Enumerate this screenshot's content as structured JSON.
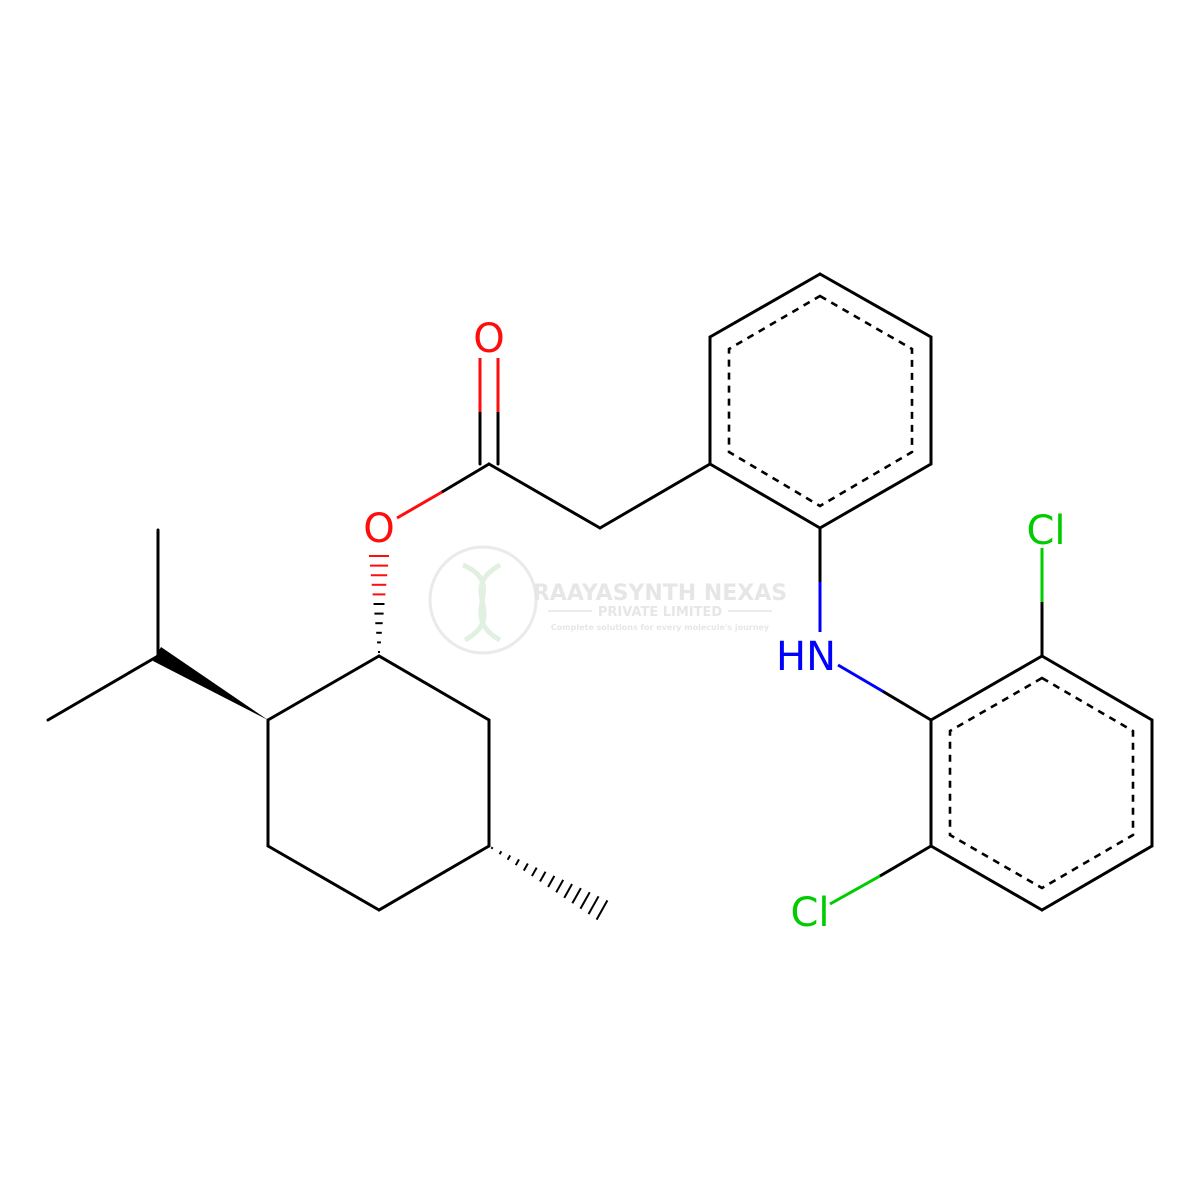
{
  "atoms": {
    "carbonyl_oxygen": "O",
    "ester_oxygen": "O",
    "amine": "HN",
    "chlorine_top": "Cl",
    "chlorine_bottom": "Cl"
  },
  "colors": {
    "bond": "#000000",
    "oxygen": "#FF0D0D",
    "nitrogen": "#0000FF",
    "chlorine": "#00CC00"
  },
  "watermark": {
    "company": "RAAYASYNTH NEXAS",
    "subtitle": "PRIVATE LIMITED",
    "tagline": "Complete solutions for every molecule's journey"
  }
}
